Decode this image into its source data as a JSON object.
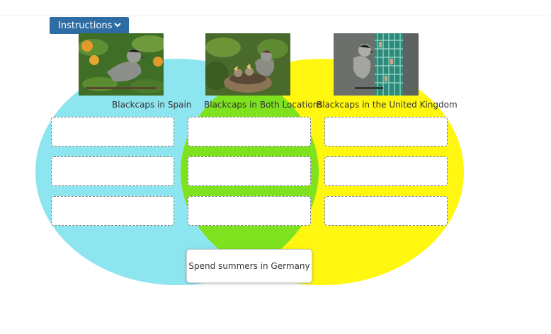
{
  "instructions_button": {
    "label": "Instructions",
    "icon": "chevron-down-icon"
  },
  "columns": [
    {
      "label": "Blackcaps in Spain",
      "photo": "blackcap-in-orange-tree-photo"
    },
    {
      "label": "Blackcaps in Both Locations",
      "photo": "blackcap-nest-with-chicks-photo"
    },
    {
      "label": "Blackcaps in the United Kingdom",
      "photo": "blackcap-at-feeder-photo"
    }
  ],
  "drag_card": {
    "label": "Spend summers in Germany"
  },
  "colors": {
    "left_circle": "#8de6ef",
    "right_circle": "#fff70f",
    "overlap": "#7ee31e",
    "button_bg": "#2e6da4"
  }
}
